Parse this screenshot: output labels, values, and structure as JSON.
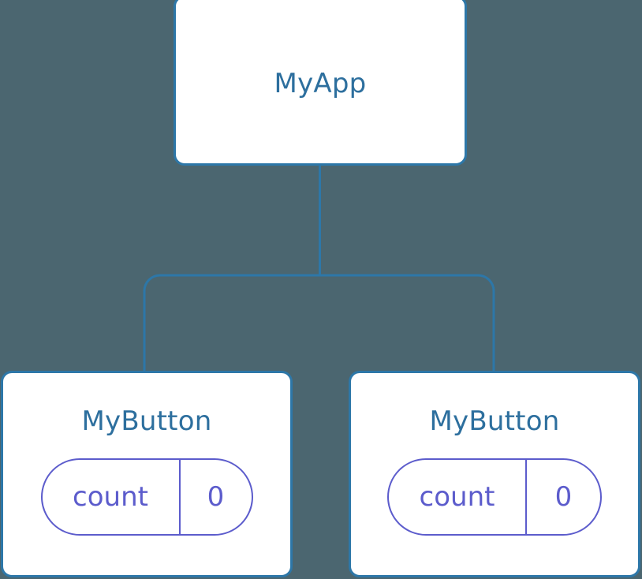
{
  "diagram": {
    "type": "component-tree",
    "background_color": "#4b6670",
    "card_border_color": "#2d77a8",
    "card_background_color": "#ffffff",
    "title_color": "#2d6f9e",
    "pill_color": "#5c5ccc",
    "connector_color": "#2d77a8"
  },
  "root": {
    "title": "MyApp"
  },
  "children": [
    {
      "title": "MyButton",
      "state": {
        "key": "count",
        "value": "0"
      }
    },
    {
      "title": "MyButton",
      "state": {
        "key": "count",
        "value": "0"
      }
    }
  ]
}
